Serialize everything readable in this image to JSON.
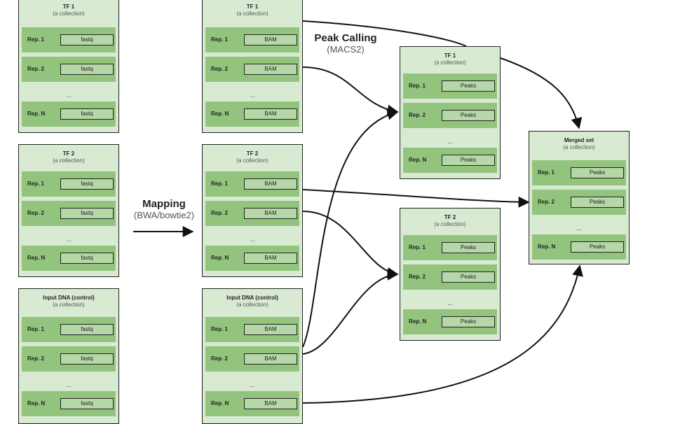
{
  "stages": {
    "mapping": {
      "title": "Mapping",
      "subtitle": "(BWA/bowtie2)"
    },
    "peak_calling": {
      "title": "Peak Calling",
      "subtitle": "(MACS2)"
    }
  },
  "collection_subtitle": "(a collection)",
  "ellipsis": "...",
  "columns": {
    "fastq": [
      {
        "title": "TF 1",
        "items": [
          {
            "label": "Rep. 1",
            "value": "fastq"
          },
          {
            "label": "Rep. 2",
            "value": "fastq"
          },
          {
            "label": "Rep. N",
            "value": "fastq"
          }
        ]
      },
      {
        "title": "TF 2",
        "items": [
          {
            "label": "Rep. 1",
            "value": "fastq"
          },
          {
            "label": "Rep. 2",
            "value": "fastq"
          },
          {
            "label": "Rep. N",
            "value": "fastq"
          }
        ]
      },
      {
        "title": "Input DNA (control)",
        "items": [
          {
            "label": "Rep. 1",
            "value": "fastq"
          },
          {
            "label": "Rep. 2",
            "value": "fastq"
          },
          {
            "label": "Rep. N",
            "value": "fastq"
          }
        ]
      }
    ],
    "bam": [
      {
        "title": "TF 1",
        "items": [
          {
            "label": "Rep. 1",
            "value": "BAM"
          },
          {
            "label": "Rep. 2",
            "value": "BAM"
          },
          {
            "label": "Rep. N",
            "value": "BAM"
          }
        ]
      },
      {
        "title": "TF 2",
        "items": [
          {
            "label": "Rep. 1",
            "value": "BAM"
          },
          {
            "label": "Rep. 2",
            "value": "BAM"
          },
          {
            "label": "Rep. N",
            "value": "BAM"
          }
        ]
      },
      {
        "title": "Input DNA (control)",
        "items": [
          {
            "label": "Rep. 1",
            "value": "BAM"
          },
          {
            "label": "Rep. 2",
            "value": "BAM"
          },
          {
            "label": "Rep. N",
            "value": "BAM"
          }
        ]
      }
    ],
    "peaks": [
      {
        "title": "TF 1",
        "items": [
          {
            "label": "Rep. 1",
            "value": "Peaks"
          },
          {
            "label": "Rep. 2",
            "value": "Peaks"
          },
          {
            "label": "Rep. N",
            "value": "Peaks"
          }
        ]
      },
      {
        "title": "TF 2",
        "items": [
          {
            "label": "Rep. 1",
            "value": "Peaks"
          },
          {
            "label": "Rep. 2",
            "value": "Peaks"
          },
          {
            "label": "Rep. N",
            "value": "Peaks"
          }
        ]
      }
    ],
    "merged": [
      {
        "title": "Merged set",
        "items": [
          {
            "label": "Rep. 1",
            "value": "Peaks"
          },
          {
            "label": "Rep. 2",
            "value": "Peaks"
          },
          {
            "label": "Rep. N",
            "value": "Peaks"
          }
        ]
      }
    ]
  },
  "colors": {
    "panel": "#d9ead3",
    "row": "#93c47d",
    "cell": "#b6d7a8",
    "border": "#222222"
  }
}
